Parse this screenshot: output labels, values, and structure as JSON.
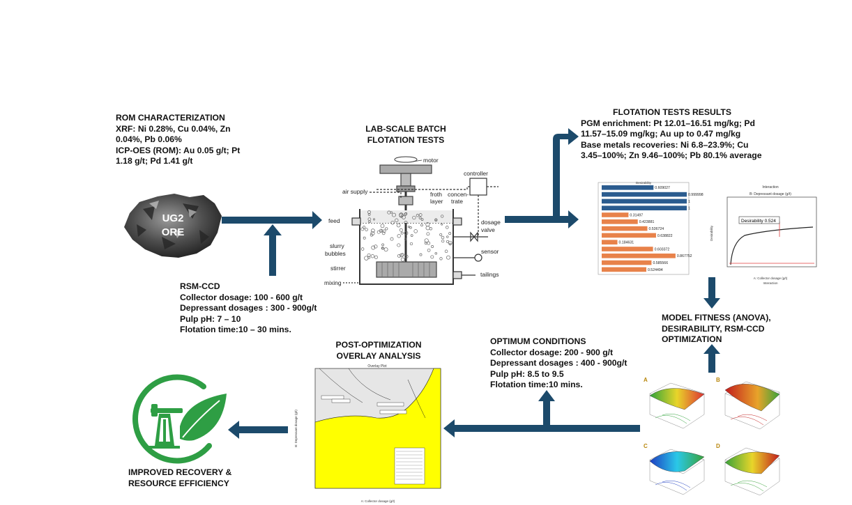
{
  "rom": {
    "title": "ROM CHARACTERIZATION",
    "xrf": "XRF: Ni 0.28%, Cu 0.04%, Zn 0.04%, Pb 0.06%",
    "icp": "ICP-OES (ROM): Au 0.05 g/t; Pt 1.18 g/t; Pd 1.41 g/t"
  },
  "ore": {
    "line1": "UG2",
    "line2": "ORE"
  },
  "rsm": {
    "title": "RSM-CCD",
    "items": [
      "Collector dosage: 100 - 600 g/t",
      "Depressant dosages : 300 - 900g/t",
      "Pulp pH: 7 – 10",
      "Flotation time:10 – 30 mins."
    ]
  },
  "lab": {
    "title_line1": "LAB-SCALE BATCH",
    "title_line2": "FLOTATION TESTS",
    "labels": {
      "motor": "motor",
      "controller": "controller",
      "air_supply": "air supply",
      "froth": "froth",
      "layer": "layer",
      "concen": "concen-",
      "trate": "trate",
      "feed": "feed",
      "dosage": "dosage",
      "valve": "valve",
      "slurry": "slurry",
      "bubbles": "bubbles",
      "sensor": "sensor",
      "stirrer": "stirrer",
      "tailings": "tailings",
      "mixing": "mixing"
    }
  },
  "results": {
    "title": "FLOTATION TESTS RESULTS",
    "pgm": "PGM enrichment: Pt 12.01–16.51 mg/kg; Pd 11.57–15.09 mg/kg; Au up to 0.47 mg/kg",
    "base": "Base metals recoveries: Ni 6.8–23.9%; Cu 3.45–100%; Zn 9.46–100%; Pb 80.1% average"
  },
  "model": {
    "line1": "MODEL FITNESS (ANOVA),",
    "line2": "DESIRABILITY, RSM-CCD",
    "line3": "OPTIMIZATION"
  },
  "optimum": {
    "title": "OPTIMUM CONDITIONS",
    "items": [
      "Collector dosage: 200 - 900 g/t",
      "Depressant dosages : 400 - 900g/t",
      "Pulp pH: 8.5 to 9.5",
      "Flotation time:10 mins."
    ]
  },
  "post": {
    "line1": "POST-OPTIMIZATION",
    "line2": "OVERLAY ANALYSIS"
  },
  "overlay": {
    "title": "Overlay Plot",
    "xlabel": "A: Collector dosage (g/t)",
    "ylabel": "B: Depressant dosage (g/t)"
  },
  "improved": {
    "line1": "IMPROVED RECOVERY &",
    "line2": "RESOURCE EFFICIENCY"
  },
  "desirability_chart": {
    "title": "Desirability",
    "bar_labels": [
      "0.609027",
      "0.999998",
      "1",
      "1",
      "0.31497",
      "0.423881",
      "0.536724",
      "0.638822",
      "0.184631",
      "0.603372",
      "0.867752",
      "0.585566",
      "0.524494"
    ],
    "primary_color": "#2b5c8f",
    "secondary_color": "#e8824a"
  },
  "interaction_chart": {
    "title": "Interaction",
    "subtitle": "B: Depressant dosage (g/t)",
    "ylabel": "Desirability",
    "xlabel": "A: Collector dosage (g/t)",
    "callout": "Desirability 0.524"
  },
  "surface_letters": [
    "A",
    "B",
    "C",
    "D"
  ],
  "colors": {
    "arrow": "#1c4a6b",
    "green": "#2e9e44",
    "yellow": "#ffff00"
  }
}
